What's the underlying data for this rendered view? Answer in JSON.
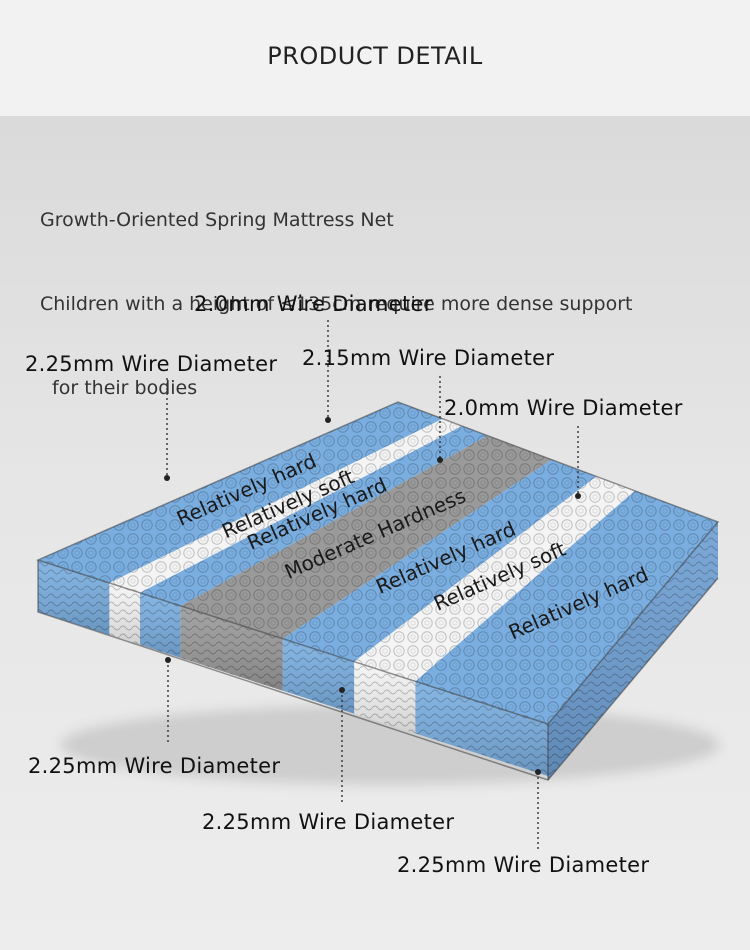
{
  "header": {
    "title": "PRODUCT DETAIL"
  },
  "intro": {
    "line1": "Growth-Oriented Spring Mattress Net",
    "line2": "Children with a height of ≤135cm require more dense support",
    "line3": " for their bodies"
  },
  "zones": [
    {
      "text": "Relatively hard",
      "color": "#7aaee0"
    },
    {
      "text": "Relatively soft",
      "color": "#f4f4f4"
    },
    {
      "text": "Relatively hard",
      "color": "#7aaee0"
    },
    {
      "text": "Moderate Hardness",
      "color": "#9a9a9a"
    },
    {
      "text": "Relatively hard",
      "color": "#7aaee0"
    },
    {
      "text": "Relatively soft",
      "color": "#f4f4f4"
    },
    {
      "text": "Relatively hard",
      "color": "#7aaee0"
    }
  ],
  "callouts": {
    "top_left": "2.25mm Wire Diameter",
    "top_soft": "2.0mm Wire Diameter",
    "top_mid": "2.15mm Wire Diameter",
    "top_right": "2.0mm Wire Diameter",
    "bottom_left": "2.25mm Wire Diameter",
    "bottom_mid": "2.25mm Wire Diameter",
    "bottom_right": "2.25mm Wire Diameter"
  }
}
